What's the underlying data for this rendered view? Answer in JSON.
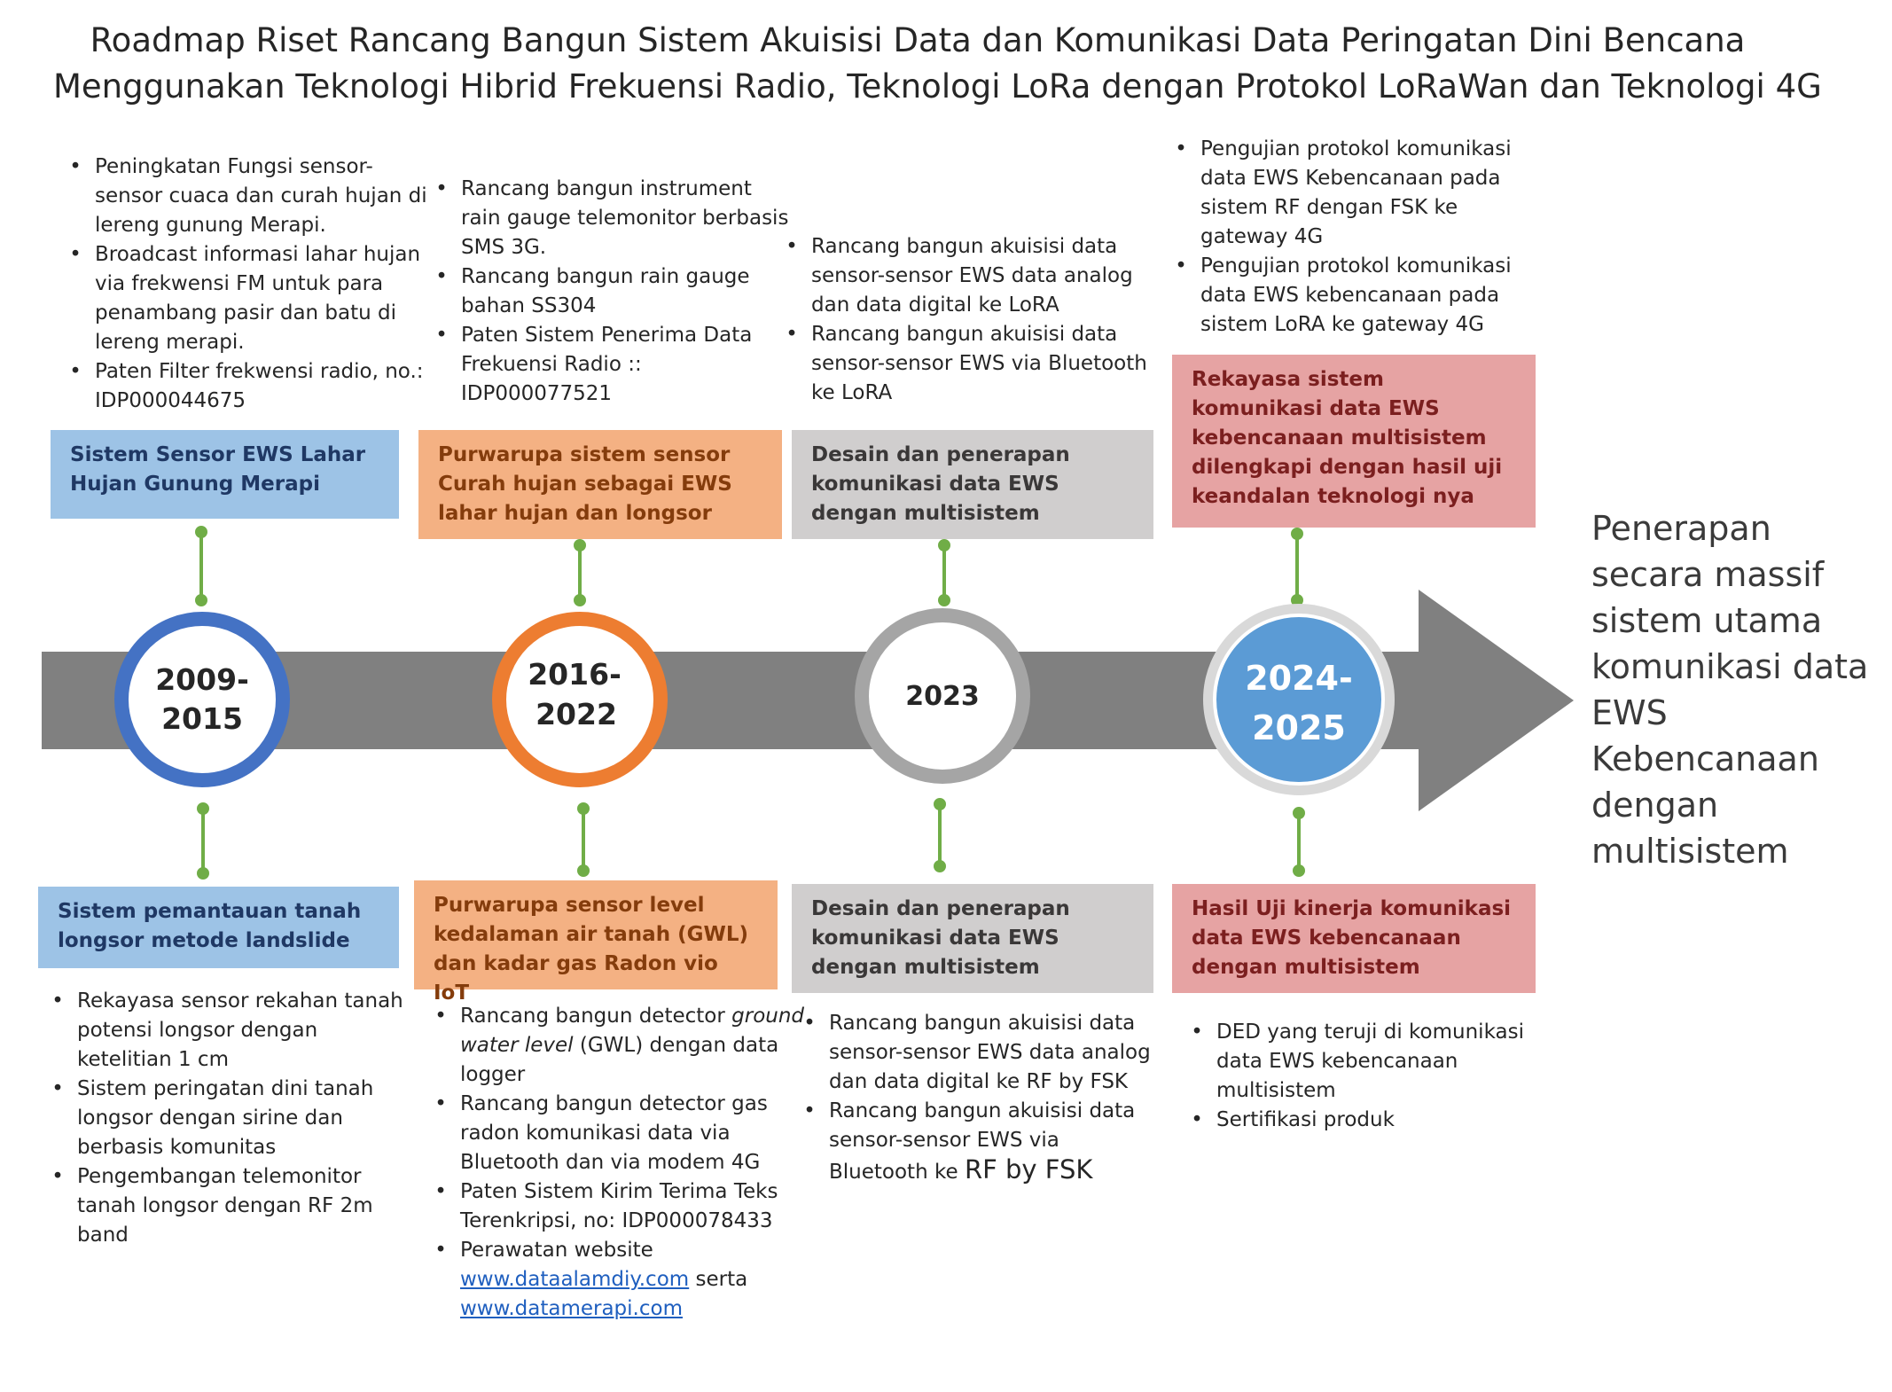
{
  "title": {
    "line1": "Roadmap Riset Rancang Bangun Sistem Akuisisi Data dan Komunikasi Data Peringatan Dini Bencana",
    "line2": "Menggunakan Teknologi Hibrid Frekuensi Radio, Teknologi LoRa dengan Protokol LoRaWan dan Teknologi 4G"
  },
  "colors": {
    "arrow": "#808080",
    "connector": "#70ad47",
    "blue": "#4472c4",
    "orange": "#ed7d31",
    "gray": "#a5a5a5",
    "light_blue_fill": "#5b9bd5"
  },
  "milestones": [
    {
      "year_line1": "2009-",
      "year_line2": "2015",
      "top_box": "Sistem Sensor EWS Lahar Hujan Gunung Merapi",
      "top_items": [
        "Peningkatan Fungsi  sensor-sensor cuaca dan curah hujan di lereng gunung Merapi.",
        "Broadcast informasi lahar hujan via frekwensi FM untuk para penambang pasir dan batu di lereng merapi.",
        "Paten Filter frekwensi radio, no.: IDP000044675"
      ],
      "bottom_box": "Sistem pemantauan tanah longsor metode landslide",
      "bottom_items": [
        "Rekayasa sensor rekahan tanah potensi longsor dengan ketelitian 1 cm",
        "Sistem peringatan dini tanah longsor dengan sirine dan berbasis komunitas",
        "Pengembangan telemonitor tanah longsor dengan RF 2m band"
      ]
    },
    {
      "year_line1": "2016-",
      "year_line2": "2022",
      "top_box": "Purwarupa sistem sensor Curah hujan sebagai EWS lahar hujan dan longsor",
      "top_items": [
        "Rancang bangun instrument rain gauge telemonitor berbasis SMS 3G.",
        "Rancang bangun rain gauge bahan SS304",
        "Paten Sistem Penerima Data Frekuensi Radio :: IDP000077521"
      ],
      "bottom_box": "Purwarupa sensor level kedalaman air tanah (GWL) dan kadar gas Radon vio IoT",
      "bottom_items": {
        "gwl_pre": "Rancang bangun detector",
        "gwl_italic": "ground water level",
        "gwl_post": "(GWL) dengan data logger",
        "radon": "Rancang bangun detector gas radon komunikasi data via Bluetooth dan via modem 4G",
        "paten": "Paten Sistem Kirim Terima Teks Terenkripsi, no: IDP000078433",
        "web_pre": "Perawatan website",
        "web_link1": "www.dataalamdiy.com",
        "web_mid": "serta",
        "web_link2": "www.datamerapi.com"
      }
    },
    {
      "year_line1": "2023",
      "top_box": "Desain dan penerapan komunikasi data EWS dengan multisistem",
      "top_items": [
        "Rancang bangun akuisisi data sensor-sensor EWS data analog dan data digital ke LoRA",
        "Rancang bangun akuisisi data sensor-sensor EWS via Bluetooth ke LoRA"
      ],
      "bottom_box": "Desain dan penerapan komunikasi data EWS dengan multisistem",
      "bottom_items": {
        "item1": "Rancang bangun akuisisi data sensor-sensor EWS data analog dan data digital ke RF by FSK",
        "item2_pre": "Rancang bangun akuisisi data sensor-sensor EWS via Bluetooth ke",
        "item2_big": "RF by FSK"
      }
    },
    {
      "year_line1": "2024-",
      "year_line2": "2025",
      "top_box": "Rekayasa sistem komunikasi data EWS kebencanaan multisistem dilengkapi dengan hasil uji keandalan teknologi nya",
      "top_items": [
        "Pengujian protokol komunikasi data EWS Kebencanaan pada sistem RF dengan FSK ke gateway 4G",
        "Pengujian protokol komunikasi data EWS kebencanaan pada sistem LoRA ke gateway 4G"
      ],
      "bottom_box": "Hasil Uji kinerja komunikasi data EWS kebencanaan dengan multisistem",
      "bottom_items": [
        "DED yang teruji di komunikasi data EWS kebencanaan multisistem",
        "Sertifikasi produk"
      ]
    }
  ],
  "final_text": "Penerapan secara massif sistem utama komunikasi data EWS Kebencanaan dengan multisistem"
}
